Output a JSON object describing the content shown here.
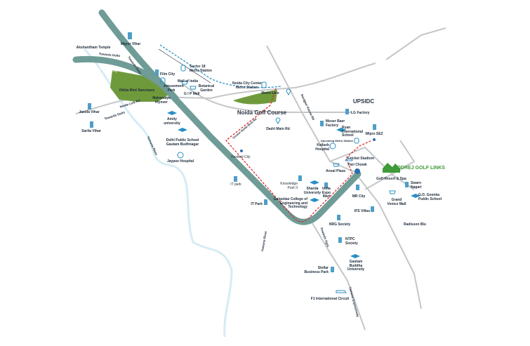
{
  "colors": {
    "expressway": "#6f9c96",
    "road": "#c4c6c8",
    "river": "#d6ecf5",
    "sanctuary": "#6f9a3c",
    "route": "#d62c2c",
    "metro": "#2a8fc4",
    "icon": "#4f9ec7",
    "golf": "#3f9a3a"
  },
  "project": {
    "name": "GODREJ GOLF LINKS",
    "icon": "house-icon"
  },
  "roads": {
    "to_delhi_1": "Towards Delhi",
    "to_delhi_2": "Towards Delhi",
    "to_delhi_3": "Towards Delhi",
    "dnd": "Delhi Noida Direct Flyway",
    "noida_link": "Noida Link Rd",
    "yamuna_river_1": "Yamuna River",
    "yamuna_river_2": "Yamuna River",
    "surajpur": "Surajpur Kasna Rd",
    "expressway": "Noida Greater Noida Expressway",
    "to_agra": "Towards Agra",
    "yamuna_exp": "Yamuna Expressway",
    "metro_line": "Metro Line",
    "route_label": "Greater Noida West Rd"
  },
  "places": [
    {
      "name": "Akshardham Temple",
      "icon": "temple-icon"
    },
    {
      "name": "Mayur Vihar",
      "icon": "building-icon"
    },
    {
      "name": "Film City",
      "icon": "building-icon"
    },
    {
      "name": "Sector 18 Metro Station",
      "icon": "metro-icon"
    },
    {
      "name": "Mall of India",
      "icon": "cart-icon"
    },
    {
      "name": "Amusement Park",
      "icon": "park-icon"
    },
    {
      "name": "G I P Mall",
      "icon": "cart-icon"
    },
    {
      "name": "Botanical Garden",
      "icon": "tree-icon"
    },
    {
      "name": "Noida City Center Metro Station",
      "icon": "metro-icon"
    },
    {
      "name": "Okhla Bird Sanctuary",
      "icon": ""
    },
    {
      "name": "Mahamaya Flyover",
      "icon": ""
    },
    {
      "name": "Jasola Vihar",
      "icon": "building-icon"
    },
    {
      "name": "Sarita Vihar",
      "icon": "building-icon"
    },
    {
      "name": "Amity university",
      "icon": "graduation-icon"
    },
    {
      "name": "Delhi Public School Gautam Budhnagar",
      "icon": "graduation-icon"
    },
    {
      "name": "Jaypee Hospital",
      "icon": "hospital-icon"
    },
    {
      "name": "Noida Golf Course",
      "icon": ""
    },
    {
      "name": "Dadri Main Rd",
      "icon": "pin-icon"
    },
    {
      "name": "UPSIDC",
      "icon": ""
    },
    {
      "name": "LG Factory",
      "icon": "building-icon"
    },
    {
      "name": "Moser Baer Factory",
      "icon": "building-icon"
    },
    {
      "name": "Ryan International School",
      "icon": "graduation-icon"
    },
    {
      "name": "Upcoming Metro Station",
      "icon": "metro-icon"
    },
    {
      "name": "Kailash Hospital",
      "icon": "hospital-icon"
    },
    {
      "name": "Wipro SEZ",
      "icon": "building-icon"
    },
    {
      "name": "Cricket Stadium",
      "icon": "stadium-icon"
    },
    {
      "name": "Pari Chowk",
      "icon": "roundabout-icon"
    },
    {
      "name": "Ansal Plaza",
      "icon": "cart-icon"
    },
    {
      "name": "Golf Resort & Spa",
      "icon": "dining-icon"
    },
    {
      "name": "Swarn Nagari",
      "icon": "building-icon"
    },
    {
      "name": "Knowledge Park II",
      "icon": "building-icon"
    },
    {
      "name": "Sharda University",
      "icon": "graduation-icon"
    },
    {
      "name": "India Expo Mart",
      "icon": "building-icon"
    },
    {
      "name": "Galgotias College of Engineering and Technology",
      "icon": "graduation-icon"
    },
    {
      "name": "MR City",
      "icon": "building-icon"
    },
    {
      "name": "Grand Venice Mall",
      "icon": "cart-icon"
    },
    {
      "name": "G.D. Goenka Public School",
      "icon": "graduation-icon"
    },
    {
      "name": "IFS Villas",
      "icon": "building-icon"
    },
    {
      "name": "Radisson Blu",
      "icon": "dining-icon"
    },
    {
      "name": "Festival City",
      "icon": "dot-icon"
    },
    {
      "name": "IT park",
      "icon": "building-icon"
    },
    {
      "name": "IT Park",
      "icon": "building-icon"
    },
    {
      "name": "NRG Society",
      "icon": "building-icon"
    },
    {
      "name": "NTPC Society",
      "icon": "building-icon"
    },
    {
      "name": "Gautam Buddha University",
      "icon": "graduation-icon"
    },
    {
      "name": "Stellar Business Park",
      "icon": "building-icon"
    },
    {
      "name": "F1 International Circuit",
      "icon": "car-icon"
    }
  ]
}
